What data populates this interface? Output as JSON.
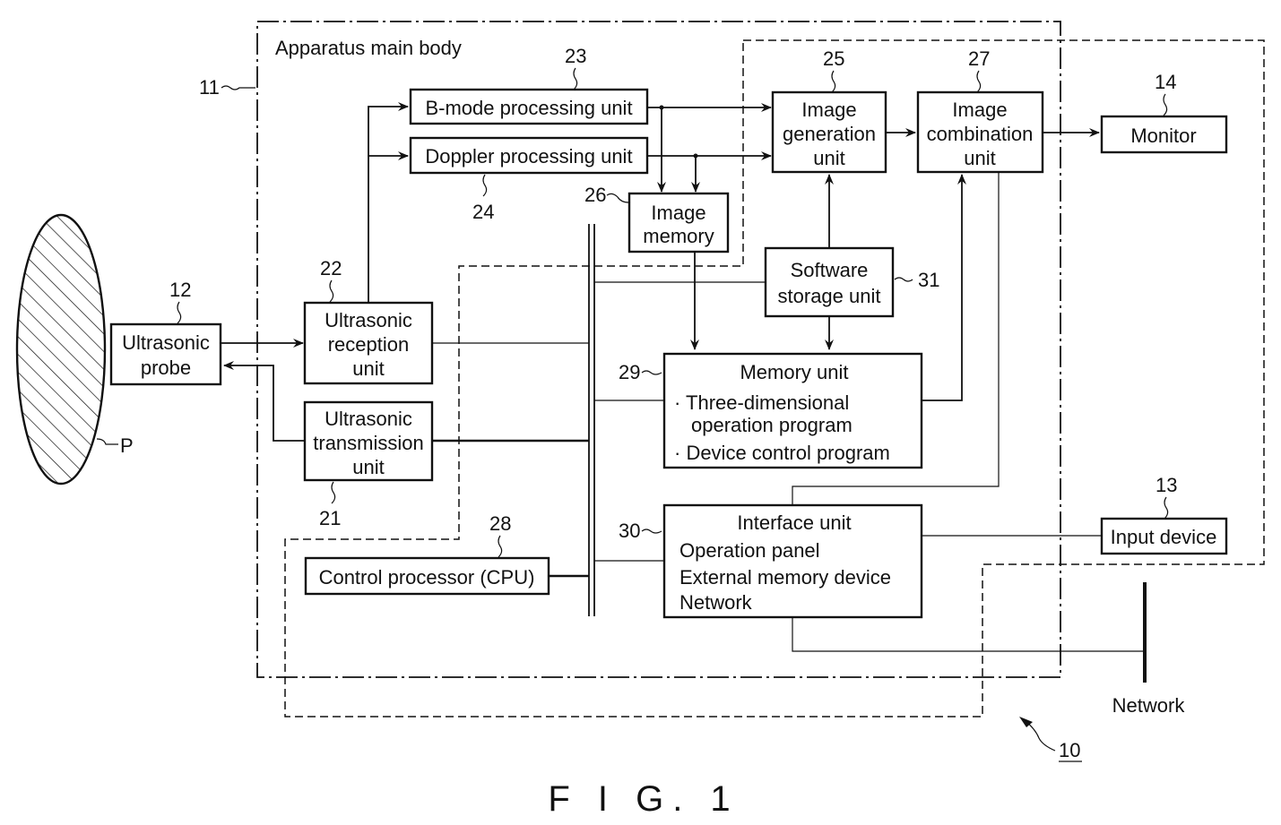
{
  "figure": {
    "caption": "F I G. 1",
    "system_ref": "10"
  },
  "apparatus": {
    "title": "Apparatus main body",
    "ref": "11"
  },
  "subject": {
    "ref": "P"
  },
  "blocks": {
    "probe": {
      "ref": "12",
      "lines": [
        "Ultrasonic",
        "probe"
      ]
    },
    "reception": {
      "ref": "22",
      "lines": [
        "Ultrasonic",
        "reception",
        "unit"
      ]
    },
    "transmission": {
      "ref": "21",
      "lines": [
        "Ultrasonic",
        "transmission",
        "unit"
      ]
    },
    "bmode": {
      "ref": "23",
      "lines": [
        "B-mode processing unit"
      ]
    },
    "doppler": {
      "ref": "24",
      "lines": [
        "Doppler processing unit"
      ]
    },
    "image_memory": {
      "ref": "26",
      "lines": [
        "Image",
        "memory"
      ]
    },
    "image_generation": {
      "ref": "25",
      "lines": [
        "Image",
        "generation",
        "unit"
      ]
    },
    "image_combination": {
      "ref": "27",
      "lines": [
        "Image",
        "combination",
        "unit"
      ]
    },
    "monitor": {
      "ref": "14",
      "lines": [
        "Monitor"
      ]
    },
    "software_storage": {
      "ref": "31",
      "lines": [
        "Software",
        "storage unit"
      ]
    },
    "memory_unit": {
      "ref": "29",
      "title": "Memory unit",
      "items": [
        "· Three-dimensional",
        "operation program",
        "· Device control program"
      ]
    },
    "cpu": {
      "ref": "28",
      "lines": [
        "Control processor (CPU)"
      ]
    },
    "interface": {
      "ref": "30",
      "title": "Interface unit",
      "items": [
        "Operation panel",
        "External memory device",
        "Network"
      ]
    },
    "input_device": {
      "ref": "13",
      "lines": [
        "Input device"
      ]
    }
  },
  "network": {
    "label": "Network"
  }
}
